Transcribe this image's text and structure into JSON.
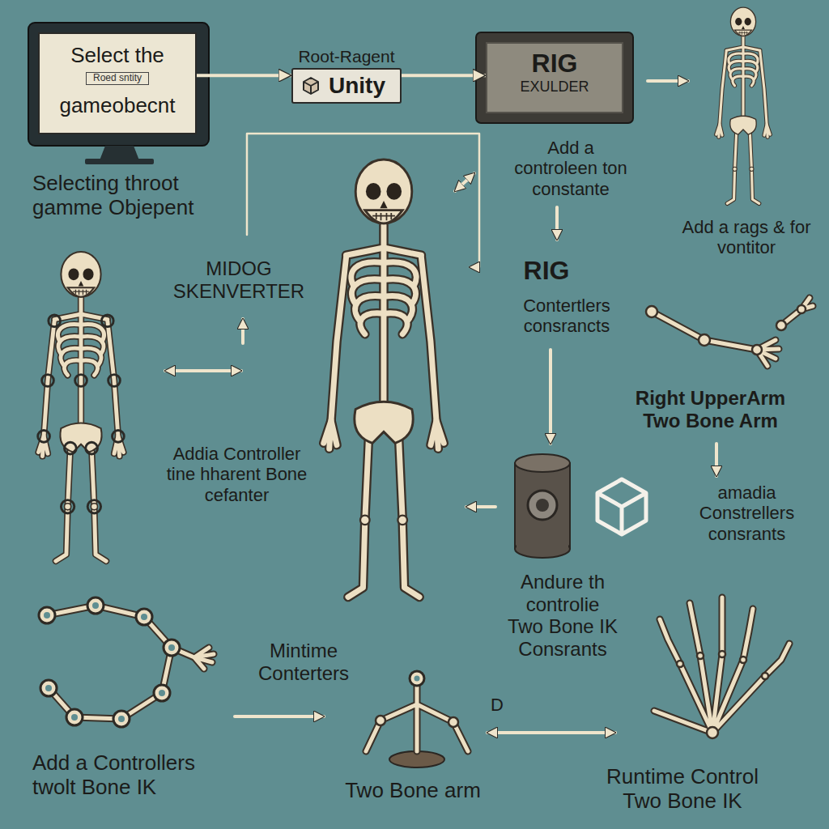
{
  "diagram": {
    "nodes": [
      {
        "text": [
          "Select the",
          "Roed sntity",
          "gameobecnt"
        ]
      },
      {
        "text": [
          "Root-Ragent",
          "Unity"
        ]
      },
      {
        "text": [
          "RIG",
          "EXULDER"
        ]
      }
    ],
    "edges": [
      {
        "from": 0,
        "to": 1,
        "arrow": "to"
      },
      {
        "from": 1,
        "to": 2,
        "arrow": "to"
      }
    ],
    "labels": [
      "Selecting throot gamme Objepent",
      "Add a controleen ton constante",
      "Add a rags & for vontitor",
      "MIDOG SKENVERTER",
      "RIG",
      "Contertlers consrancts",
      "Right UpperArm Two Bone Arm",
      "amadia Constrellers consrants",
      "Addia Controller tine hharent Bone cefanter",
      "Andure th controlie Two Bone IK Consrants",
      "Mintime Conterters",
      "Add a Controllers twolt Bone IK",
      "Two Bone arm",
      "D",
      "Runtime Control Two Bone IK"
    ]
  }
}
